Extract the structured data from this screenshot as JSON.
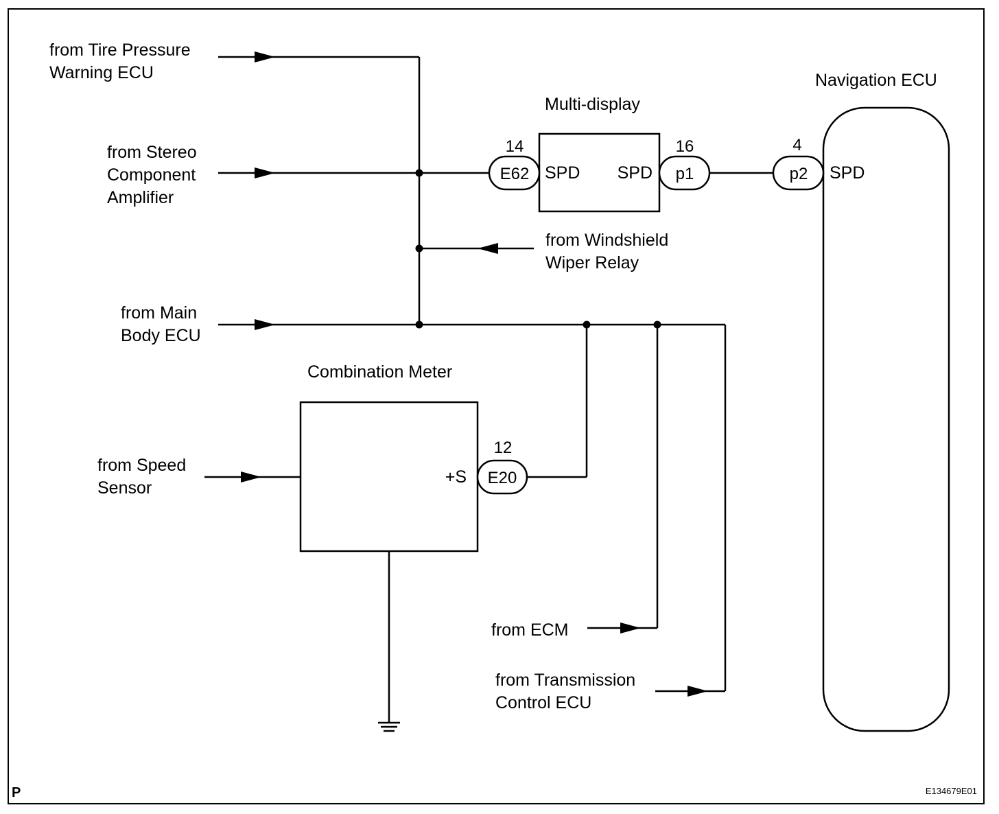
{
  "components": {
    "multi_display": {
      "title": "Multi-display",
      "left_terminal": "SPD",
      "right_terminal": "SPD"
    },
    "navigation_ecu": {
      "title": "Navigation ECU",
      "terminal": "SPD"
    },
    "combination_meter": {
      "title": "Combination Meter",
      "terminal": "+S"
    }
  },
  "connectors": {
    "e62": {
      "code": "E62",
      "pin": "14"
    },
    "p1": {
      "code": "p1",
      "pin": "16"
    },
    "p2": {
      "code": "p2",
      "pin": "4"
    },
    "e20": {
      "code": "E20",
      "pin": "12"
    }
  },
  "sources": {
    "tire_pressure": [
      "from Tire Pressure",
      "Warning ECU"
    ],
    "stereo": [
      "from Stereo",
      "Component",
      "Amplifier"
    ],
    "windshield": [
      "from Windshield",
      "Wiper Relay"
    ],
    "main_body": [
      "from Main",
      "Body ECU"
    ],
    "speed_sensor": [
      "from Speed",
      "Sensor"
    ],
    "ecm": [
      "from ECM"
    ],
    "transmission": [
      "from Transmission",
      "Control ECU"
    ]
  },
  "footer": {
    "corner_mark": "P",
    "figure_id": "E134679E01"
  }
}
